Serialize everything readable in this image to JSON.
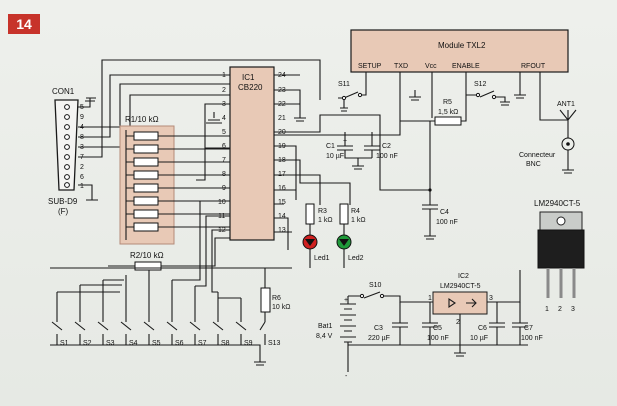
{
  "figure_number": "14",
  "colors": {
    "badge": "#c7332a",
    "resistor_array": "#e8c9b6",
    "led_red": "#d02020",
    "led_green": "#1f9a3a"
  },
  "connector": {
    "ref": "CON1",
    "name": "SUB-D9",
    "gender": "(F)",
    "pins": [
      "5",
      "9",
      "4",
      "8",
      "3",
      "7",
      "2",
      "6",
      "1"
    ]
  },
  "ic1": {
    "ref": "IC1",
    "name": "CB220",
    "left_pins": [
      "1",
      "2",
      "3",
      "4",
      "5",
      "6",
      "7",
      "8",
      "9",
      "10",
      "11",
      "12"
    ],
    "right_pins": [
      "24",
      "23",
      "22",
      "21",
      "20",
      "19",
      "18",
      "17",
      "16",
      "15",
      "14",
      "13"
    ]
  },
  "module": {
    "title": "Module TXL2",
    "pins": [
      "SETUP",
      "TXD",
      "Vcc",
      "ENABLE",
      "RFOUT"
    ]
  },
  "antenna": {
    "ref": "ANT1",
    "label_line1": "Connecteur",
    "label_line2": "BNC"
  },
  "resistors": {
    "r1": "R1/10 kΩ",
    "r2": "R2/10 kΩ",
    "r3_ref": "R3",
    "r3_val": "1 kΩ",
    "r4_ref": "R4",
    "r4_val": "1 kΩ",
    "r5_ref": "R5",
    "r5_val": "1,5 kΩ",
    "r6_ref": "R6",
    "r6_val": "10 kΩ"
  },
  "capacitors": {
    "c1_ref": "C1",
    "c1_val": "10 µF",
    "c2_ref": "C2",
    "c2_val": "100 nF",
    "c3_ref": "C3",
    "c3_val": "220 µF",
    "c4_ref": "C4",
    "c4_val": "100 nF",
    "c5_ref": "C5",
    "c5_val": "100 nF",
    "c6_ref": "C6",
    "c6_val": "10 µF",
    "c7_ref": "C7",
    "c7_val": "100 nF"
  },
  "leds": {
    "led1": "Led1",
    "led2": "Led2"
  },
  "switches": {
    "s10": "S10",
    "s11": "S11",
    "s12": "S12",
    "row": [
      "S1",
      "S2",
      "S3",
      "S4",
      "S5",
      "S6",
      "S7",
      "S8",
      "S9",
      "S13"
    ]
  },
  "battery": {
    "ref": "Bat1",
    "value": "8,4 V",
    "plus": "+",
    "minus": "-"
  },
  "ic2": {
    "ref": "IC2",
    "name": "LM2940CT-5",
    "pin1": "1",
    "pin2": "2",
    "pin3": "3"
  },
  "regulator_package": {
    "name": "LM2940CT-5",
    "pins": [
      "1",
      "2",
      "3"
    ]
  }
}
